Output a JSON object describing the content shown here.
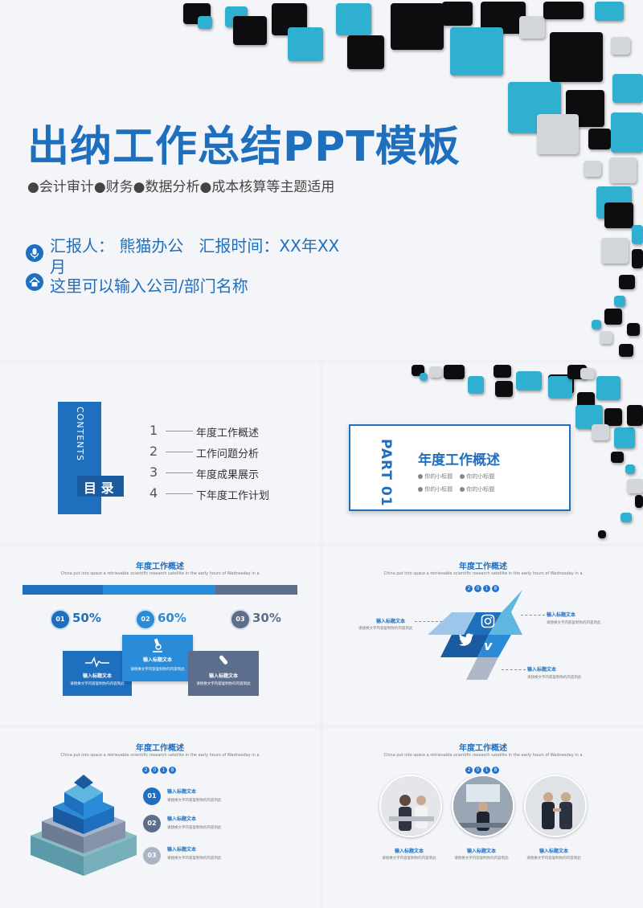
{
  "cover": {
    "title": "出纳工作总结PPT模板",
    "subtitle": "●会计审计●财务●数据分析●成本核算等主题适用",
    "reporter_line1": "汇报人： 熊猫办公   汇报时间：XX年XX",
    "reporter_line2": "月",
    "company": "这里可以输入公司/部门名称",
    "icons": [
      "microphone-icon",
      "home-icon"
    ]
  },
  "contents": {
    "vertical_label": "CONTENTS",
    "title": "目 录",
    "items": [
      {
        "num": "1",
        "label": "年度工作概述"
      },
      {
        "num": "2",
        "label": "工作问题分析"
      },
      {
        "num": "3",
        "label": "年度成果展示"
      },
      {
        "num": "4",
        "label": "下年度工作计划"
      }
    ]
  },
  "part": {
    "label": "PART 01",
    "title": "年度工作概述",
    "subs": [
      "你的小标题",
      "你的小标题",
      "你的小标题",
      "你的小标题"
    ]
  },
  "common": {
    "slide_title": "年度工作概述",
    "slide_sub": "China put into space a retrievable scientific research satellite in the early hours of Wednesday in a",
    "year_digits": [
      "2",
      "0",
      "1",
      "8"
    ],
    "input_title": "输入标题文本",
    "input_body": "请替换文字内容复制你的内容到此"
  },
  "slide3": {
    "stats": [
      {
        "num": "01",
        "value": "50%"
      },
      {
        "num": "02",
        "value": "60%"
      },
      {
        "num": "03",
        "value": "30%"
      }
    ],
    "icons": [
      "heartbeat-icon",
      "microscope-icon",
      "test-tube-icon"
    ]
  },
  "slide4": {
    "icons": [
      "twitter-icon",
      "instagram-icon",
      "vimeo-icon"
    ]
  },
  "slide5": {
    "items": [
      "01",
      "02",
      "03"
    ]
  },
  "colors": {
    "blue": "#1f6fbf",
    "dark_blue": "#1a5aa0",
    "cyan": "#2fb0d0",
    "slate": "#5d6e8c"
  }
}
